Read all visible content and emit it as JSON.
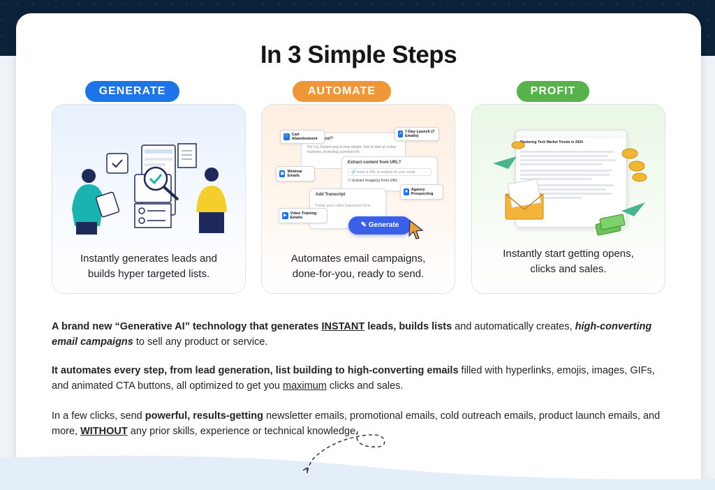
{
  "heading": "In 3 Simple Steps",
  "steps": [
    {
      "pill": "GENERATE",
      "caption_line1": "Instantly generates leads and",
      "caption_line2": "builds hyper targeted lists.",
      "color": "#1b74e8"
    },
    {
      "pill": "AUTOMATE",
      "caption_line1": "Automates email campaigns,",
      "caption_line2": "done-for-you, ready to send.",
      "color": "#ef9636"
    },
    {
      "pill": "PROFIT",
      "caption_line1": "Instantly start getting opens,",
      "caption_line2": "clicks and sales.",
      "color": "#56b24a"
    }
  ],
  "automate_mock": {
    "cart": "Cart Abandonment",
    "launch": "7-Day Launch (7 Emails)",
    "webinar": "Webinar Emails",
    "agency": "Agency Prospecting",
    "video": "Video Training Emails",
    "question": "email about?",
    "question_hint": "For e.g. Fastest way to lose weight, how to start an online business, promoting a product etc.",
    "extract_url": "Extract content from URL?",
    "url_placeholder": "Insert a URL to analyse for your email.",
    "extract_images": "Extract image(s) from URL",
    "transcript_title": "Add Transcript",
    "transcript_placeholder": "Paste your video transcript here...",
    "generate_button": "Generate"
  },
  "profit_mock": {
    "doc_title": "Mastering Tech Market Trends in 2024"
  },
  "paragraphs": {
    "a": {
      "t1": "A brand new “Generative AI” technology that generates ",
      "t2": "INSTANT",
      "t3": " leads, builds lists",
      "t4": " and automatically creates, ",
      "t5": "high-converting email campaigns",
      "t6": " to sell any product or service."
    },
    "b": {
      "t1": "It automates every step, from lead generation, list building to high-converting emails",
      "t2": " filled with hyperlinks, emojis, images, GIFs, and animated CTA buttons, all optimized to get you ",
      "t3": "maximum",
      "t4": " clicks and sales."
    },
    "c": {
      "t1": "In a few clicks, send ",
      "t2": "powerful, results-getting",
      "t3": " newsletter emails, promotional emails, cold outreach emails, product launch emails, and more, ",
      "t4": "WITHOUT",
      "t5": " any prior skills, experience or technical knowledge."
    }
  },
  "colors": {
    "band": "#0c2238",
    "generate": "#1b74e8",
    "automate": "#ef9636",
    "profit": "#56b24a",
    "generate_button": "#3a5fe8"
  }
}
